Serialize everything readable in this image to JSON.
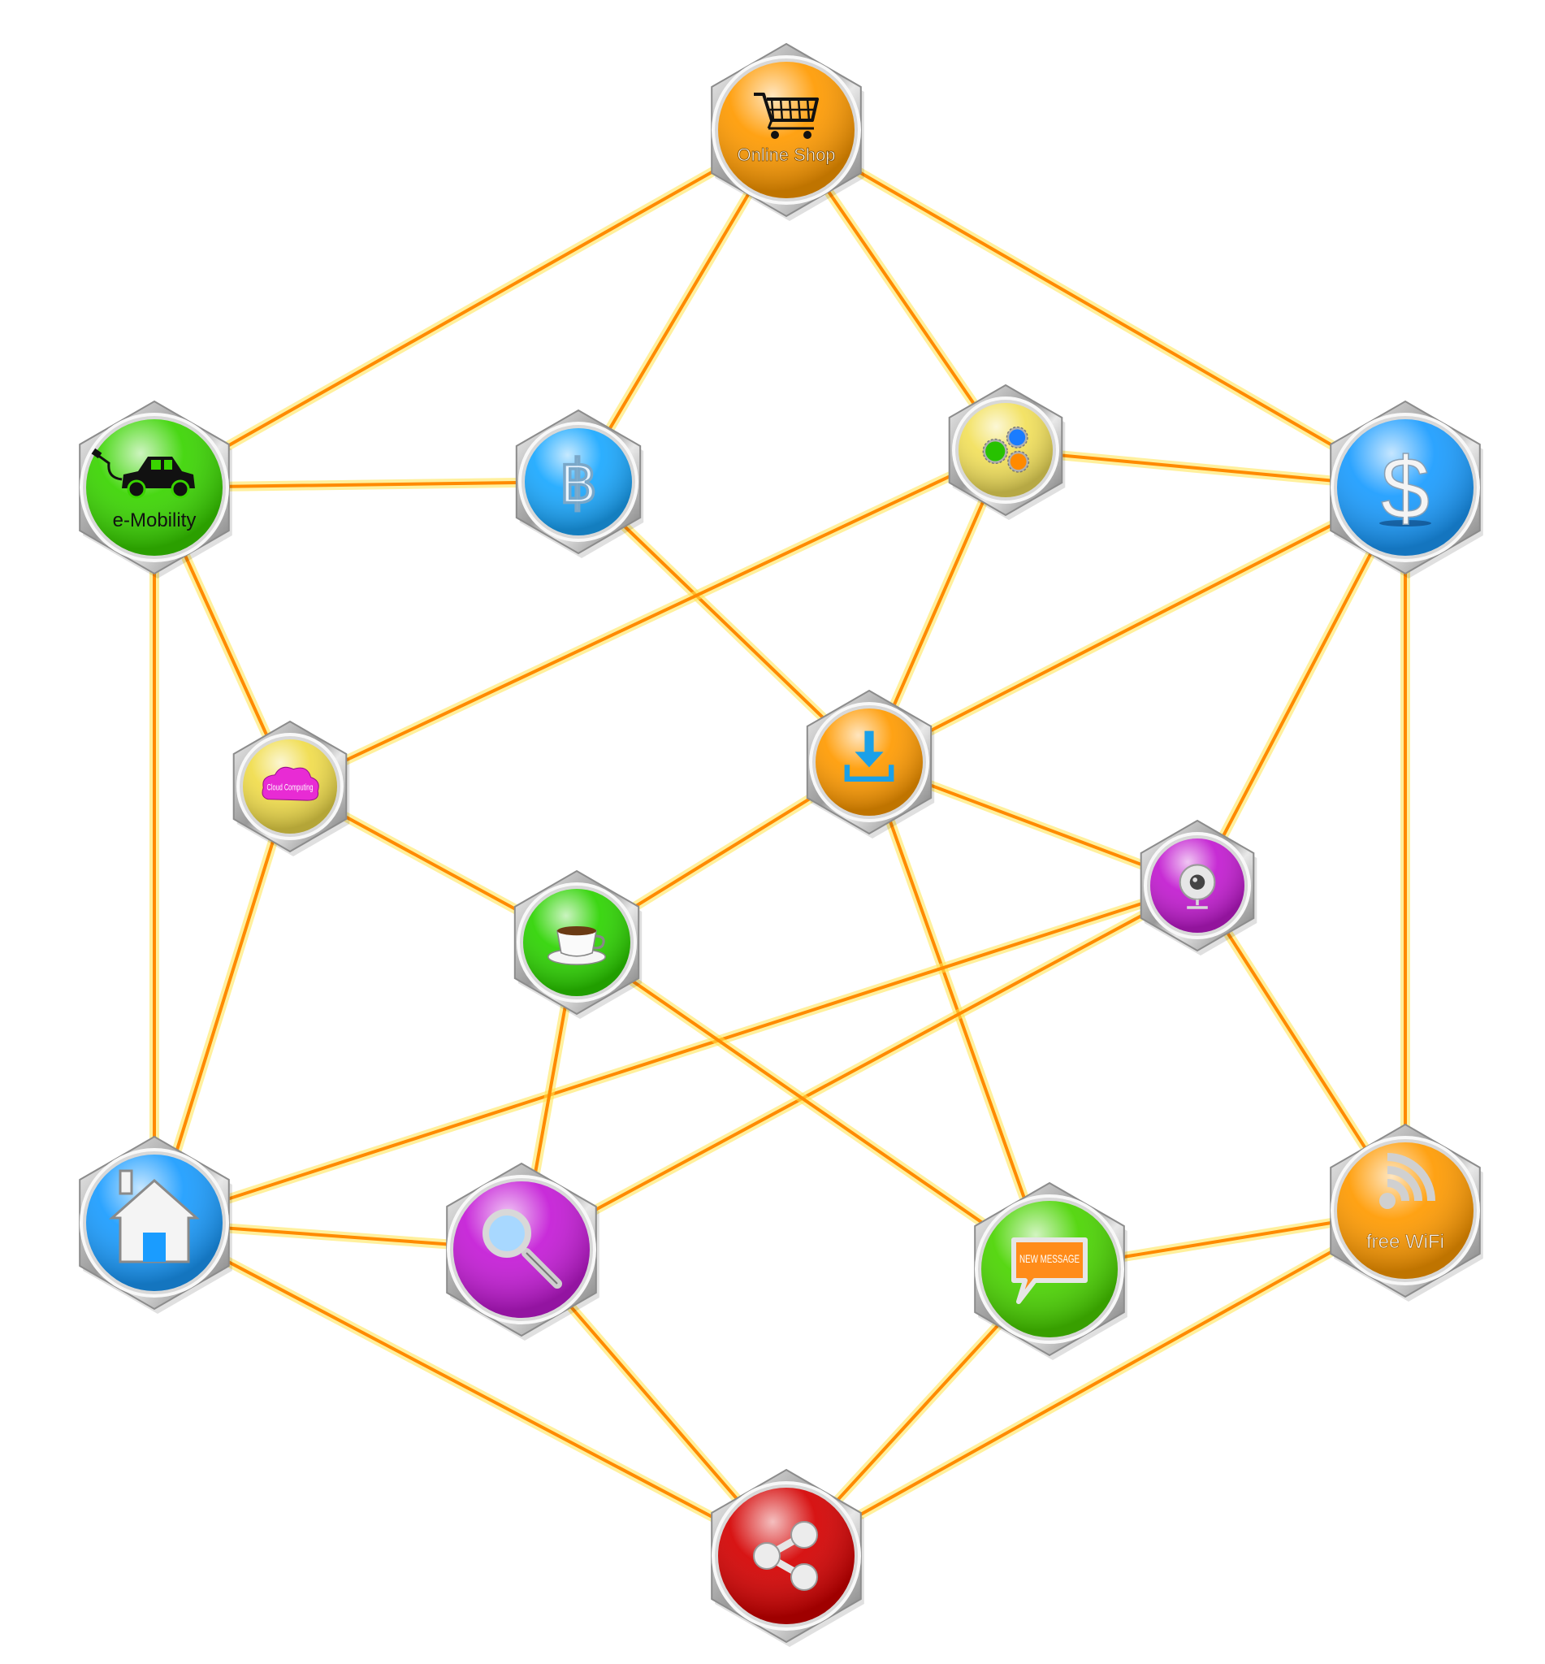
{
  "diagram": {
    "nodes": [
      {
        "id": "online-shop",
        "icon": "shopping-cart-icon",
        "label": "Online Shop",
        "color": "#ff9a00",
        "size": "large"
      },
      {
        "id": "e-mobility",
        "icon": "electric-car-icon",
        "label": "e-Mobility",
        "color": "#39d400",
        "size": "large"
      },
      {
        "id": "bitcoin",
        "icon": "bitcoin-icon",
        "label": "",
        "color": "#1aa8ff",
        "size": "medium"
      },
      {
        "id": "settings",
        "icon": "gears-icon",
        "label": "",
        "color": "#f2e05a",
        "size": "small"
      },
      {
        "id": "dollar",
        "icon": "dollar-icon",
        "label": "",
        "color": "#1a9cff",
        "size": "large"
      },
      {
        "id": "cloud-computing",
        "icon": "cloud-icon",
        "label": "Cloud Computing",
        "color": "#f0dc4a",
        "size": "small"
      },
      {
        "id": "download",
        "icon": "download-icon",
        "label": "",
        "color": "#ff9a00",
        "size": "medium"
      },
      {
        "id": "webcam",
        "icon": "webcam-icon",
        "label": "",
        "color": "#c21ad0",
        "size": "small"
      },
      {
        "id": "coffee",
        "icon": "coffee-cup-icon",
        "label": "",
        "color": "#2cd300",
        "size": "medium"
      },
      {
        "id": "home",
        "icon": "home-icon",
        "label": "",
        "color": "#1a9cff",
        "size": "large"
      },
      {
        "id": "search",
        "icon": "magnifier-icon",
        "label": "",
        "color": "#c41ad6",
        "size": "large"
      },
      {
        "id": "message",
        "icon": "message-bubble-icon",
        "label": "NEW MESSAGE",
        "color": "#4ad400",
        "size": "large"
      },
      {
        "id": "wifi",
        "icon": "wifi-icon",
        "label": "free WiFi",
        "color": "#ff9a00",
        "size": "large"
      },
      {
        "id": "share",
        "icon": "share-icon",
        "label": "",
        "color": "#d40000",
        "size": "large"
      }
    ],
    "edges": [
      [
        "online-shop",
        "e-mobility"
      ],
      [
        "online-shop",
        "bitcoin"
      ],
      [
        "online-shop",
        "settings"
      ],
      [
        "online-shop",
        "dollar"
      ],
      [
        "e-mobility",
        "bitcoin"
      ],
      [
        "e-mobility",
        "cloud-computing"
      ],
      [
        "e-mobility",
        "home"
      ],
      [
        "bitcoin",
        "download"
      ],
      [
        "settings",
        "dollar"
      ],
      [
        "settings",
        "cloud-computing"
      ],
      [
        "settings",
        "download"
      ],
      [
        "dollar",
        "download"
      ],
      [
        "dollar",
        "webcam"
      ],
      [
        "dollar",
        "wifi"
      ],
      [
        "cloud-computing",
        "coffee"
      ],
      [
        "cloud-computing",
        "home"
      ],
      [
        "download",
        "coffee"
      ],
      [
        "download",
        "webcam"
      ],
      [
        "download",
        "message"
      ],
      [
        "webcam",
        "home"
      ],
      [
        "webcam",
        "search"
      ],
      [
        "webcam",
        "wifi"
      ],
      [
        "coffee",
        "search"
      ],
      [
        "coffee",
        "message"
      ],
      [
        "home",
        "search"
      ],
      [
        "home",
        "share"
      ],
      [
        "search",
        "share"
      ],
      [
        "message",
        "wifi"
      ],
      [
        "message",
        "share"
      ],
      [
        "wifi",
        "share"
      ]
    ],
    "edge_color": "#ff8a00"
  }
}
